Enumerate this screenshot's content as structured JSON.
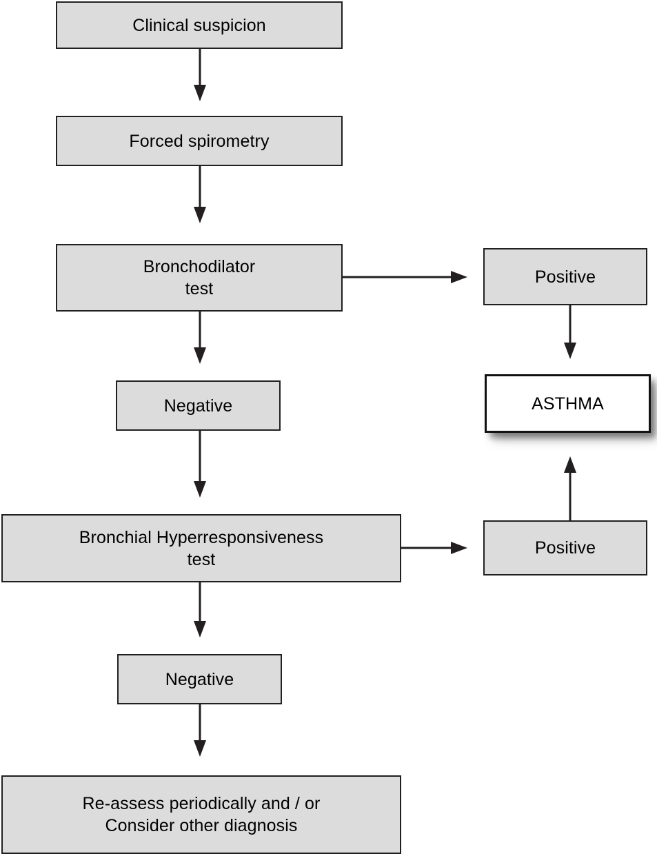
{
  "diagram": {
    "title": "Asthma diagnostic algorithm",
    "fill_color": "#dcdcdc",
    "terminal_fill_color": "#ffffff",
    "line_color": "#231f20",
    "nodes": [
      {
        "id": "clinical-suspicion",
        "label": "Clinical suspicion"
      },
      {
        "id": "forced-spirometry",
        "label": "Forced spirometry"
      },
      {
        "id": "bronchodilator-test",
        "label": "Bronchodilator\ntest"
      },
      {
        "id": "positive-bd",
        "label": "Positive"
      },
      {
        "id": "negative-bd",
        "label": "Negative"
      },
      {
        "id": "asthma",
        "label": "ASTHMA"
      },
      {
        "id": "bhr-test",
        "label": "Bronchial Hyperresponsiveness\ntest"
      },
      {
        "id": "positive-bhr",
        "label": "Positive"
      },
      {
        "id": "negative-bhr",
        "label": "Negative"
      },
      {
        "id": "reassess",
        "label": "Re-assess periodically and / or\nConsider other diagnosis"
      }
    ],
    "edges": [
      {
        "from": "clinical-suspicion",
        "to": "forced-spirometry",
        "direction": "down"
      },
      {
        "from": "forced-spirometry",
        "to": "bronchodilator-test",
        "direction": "down"
      },
      {
        "from": "bronchodilator-test",
        "to": "positive-bd",
        "direction": "right"
      },
      {
        "from": "bronchodilator-test",
        "to": "negative-bd",
        "direction": "down"
      },
      {
        "from": "positive-bd",
        "to": "asthma",
        "direction": "down"
      },
      {
        "from": "negative-bd",
        "to": "bhr-test",
        "direction": "down"
      },
      {
        "from": "bhr-test",
        "to": "positive-bhr",
        "direction": "right"
      },
      {
        "from": "bhr-test",
        "to": "negative-bhr",
        "direction": "down"
      },
      {
        "from": "positive-bhr",
        "to": "asthma",
        "direction": "up"
      },
      {
        "from": "negative-bhr",
        "to": "reassess",
        "direction": "down"
      }
    ]
  }
}
